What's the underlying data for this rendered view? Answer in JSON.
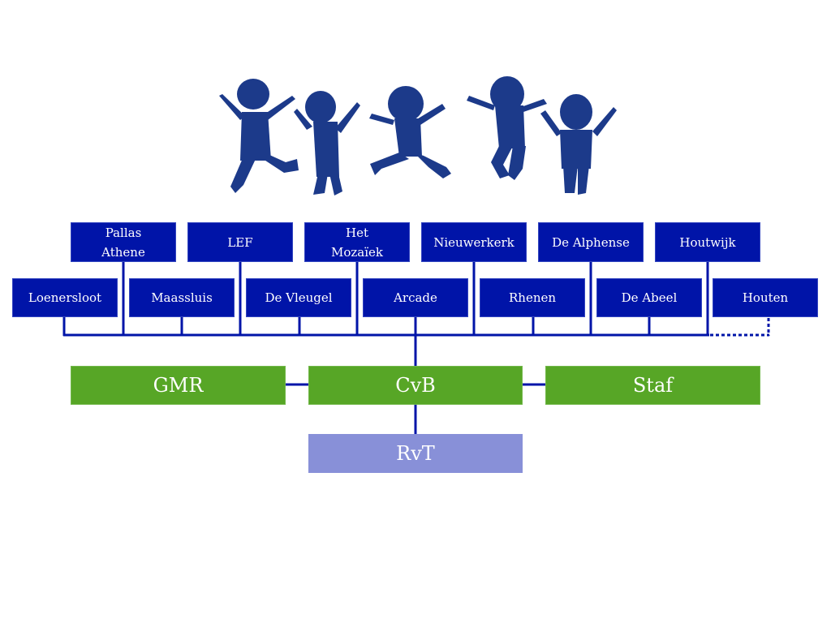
{
  "colors": {
    "school_box": "#0014a8",
    "connector": "#0014a8",
    "governance_box": "#57a626",
    "supervisory_box": "#8890d8",
    "silhouette": "#1c3a8a",
    "text": "#ffffff"
  },
  "illustration": {
    "icon": "jumping-children-icon",
    "count": 5
  },
  "schools": {
    "top_row": [
      "Pallas Athene",
      "LEF",
      "Het Mozaïek",
      "Nieuwerkerk",
      "De Alphense",
      "Houtwijk"
    ],
    "bottom_row": [
      "Loenersloot",
      "Maassluis",
      "De Vleugel",
      "Arcade",
      "Rhenen",
      "De Abeel",
      "Houten"
    ]
  },
  "top_row_lines": [
    [
      "Pallas",
      "Athene"
    ],
    [
      "LEF"
    ],
    [
      "Het",
      "Mozaïek"
    ],
    [
      "Nieuwerkerk"
    ],
    [
      "De Alphense"
    ],
    [
      "Houtwijk"
    ]
  ],
  "governance": {
    "left": "GMR",
    "center": "CvB",
    "right": "Staf",
    "below": "RvT"
  },
  "connections": {
    "houten_link": "dotted"
  }
}
